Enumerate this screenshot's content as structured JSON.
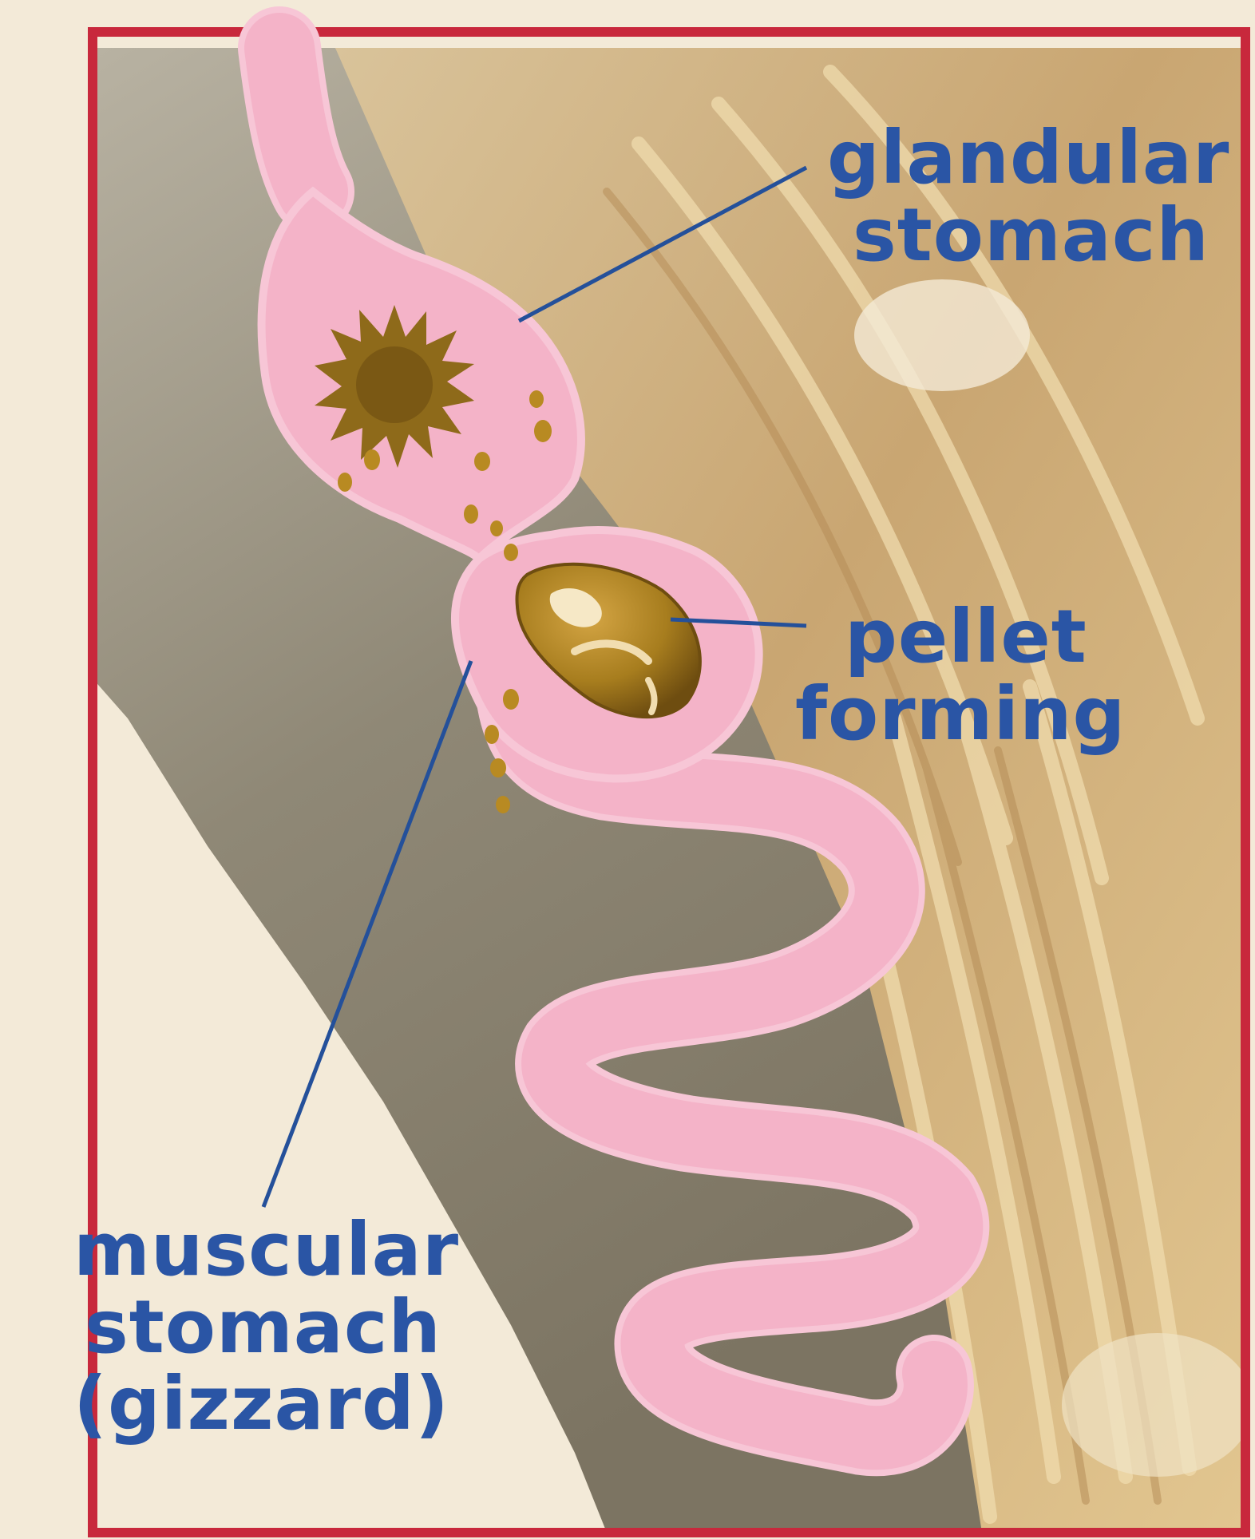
{
  "colors": {
    "background": "#f3ead8",
    "frame": "#c8283c",
    "label_text": "#2a55a5",
    "leader_line": "#24509a",
    "digestive_tract": "#f4b3c8",
    "tract_edge": "#f7c6d6",
    "food_particles": "#b88a22",
    "pellet": "#a77d1e",
    "feathers_light": "#e4c68e",
    "feathers_grey": "#9a9280"
  },
  "labels": {
    "glandular": {
      "lines": [
        "glandular",
        "stomach"
      ]
    },
    "pellet": {
      "lines": [
        "pellet",
        "forming"
      ]
    },
    "muscular": {
      "lines": [
        "muscular",
        "stomach",
        "(gizzard)"
      ]
    }
  },
  "icons": {
    "glandular_mass": "spiky-food-mass-icon",
    "pellet": "pellet-icon"
  }
}
